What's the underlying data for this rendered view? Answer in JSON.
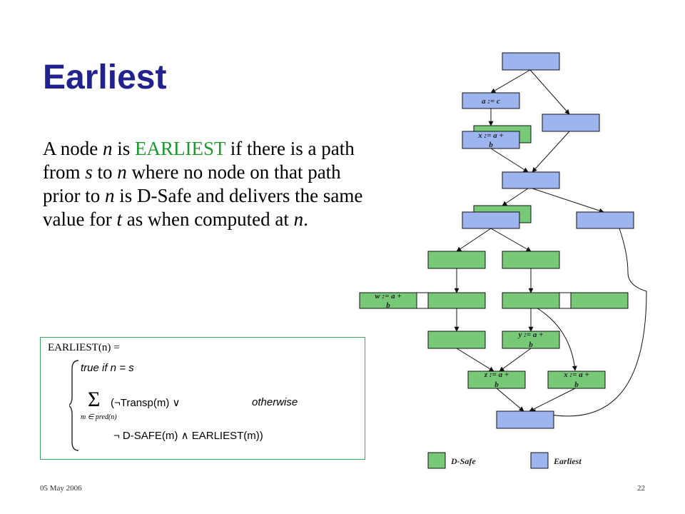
{
  "slide": {
    "title": "Earliest",
    "definition": {
      "p1": "A node ",
      "n1": "n",
      "p2": " is ",
      "earliest": "EARLIEST",
      "p3": " if there is a path from ",
      "s": "s",
      "p4": " to ",
      "n2": "n",
      "p5": " where no node on that path prior to ",
      "n3": "n",
      "p6": " is D-Safe and delivers the same value for ",
      "t": "t",
      "p7": " as when computed at ",
      "n4": "n",
      "p8": "."
    },
    "date": "05 May 2006",
    "page": "22"
  },
  "formula": {
    "head": "EARLIEST(n) =",
    "case1": "true   if  n = s",
    "case2_term": "(¬Transp(m) ∨",
    "case2_cond": "otherwise",
    "case2_sub": "m ∈ pred(n)",
    "case2_term2": "¬ D-SAFE(m) ∧  EARLIEST(m))",
    "sigma": "Σ"
  },
  "diagram": {
    "colors": {
      "dsafe": "#77c977",
      "earliest": "#9db4ee",
      "stroke": "#111111"
    },
    "labels": {
      "a_eq_c": "a := c",
      "x1_l1": "x := a +",
      "x1_l2": "b",
      "w_l1": "w := a +",
      "w_l2": "b",
      "y_l1": "y := a +",
      "y_l2": "b",
      "z_l1": "z := a +",
      "z_l2": "b",
      "x2_l1": "x := a +",
      "x2_l2": "b"
    },
    "legend": {
      "dsafe": "D-Safe",
      "earliest": "Earliest"
    }
  }
}
